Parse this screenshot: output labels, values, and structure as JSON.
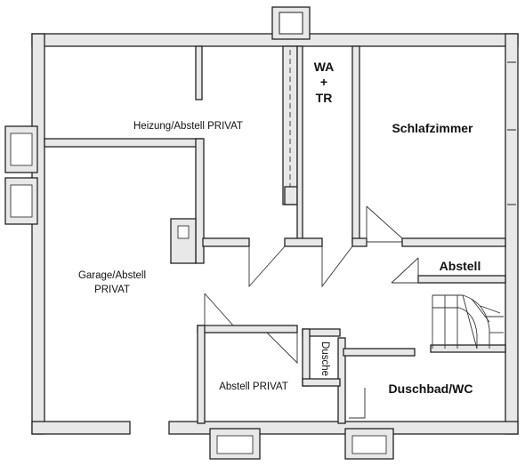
{
  "rooms": {
    "heizung": "Heizung/Abstell PRIVAT",
    "wa_line1": "WA",
    "wa_line2": "+",
    "wa_line3": "TR",
    "schlafzimmer": "Schlafzimmer",
    "garage_line1": "Garage/Abstell",
    "garage_line2": "PRIVAT",
    "abstell": "Abstell",
    "dusche": "Dusche",
    "abstell_privat": "Abstell PRIVAT",
    "duschbad": "Duschbad/WC"
  }
}
